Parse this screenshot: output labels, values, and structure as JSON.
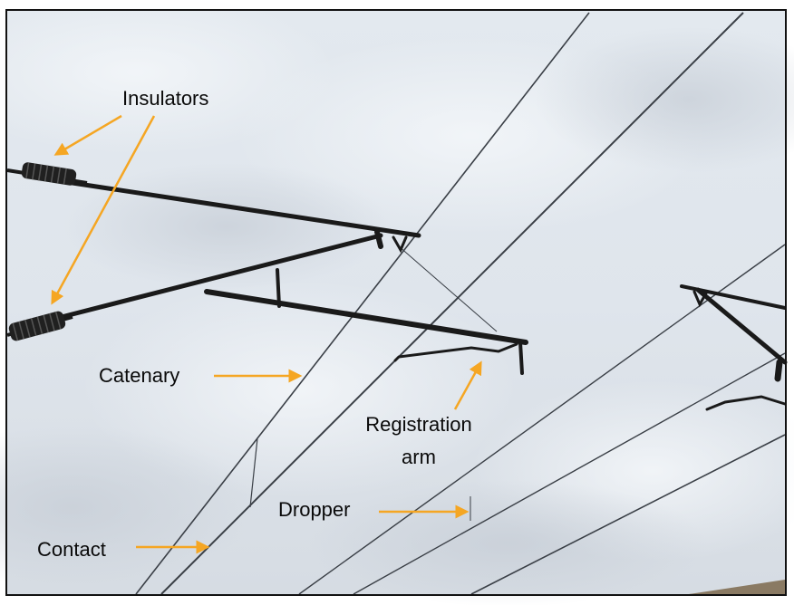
{
  "labels": {
    "insulators": "Insulators",
    "catenary": "Catenary",
    "registration_line1": "Registration",
    "registration_line2": "arm",
    "dropper": "Dropper",
    "contact": "Contact"
  },
  "colors": {
    "arrow": "#f5a623",
    "sky_top": "#e2e8ee",
    "sky_bottom": "#d7dde4",
    "wire": "#3a3f46",
    "structure": "#1a1a1a",
    "frame_border": "#111111"
  },
  "icons": {
    "arrow": "arrow-annotation-icon"
  }
}
